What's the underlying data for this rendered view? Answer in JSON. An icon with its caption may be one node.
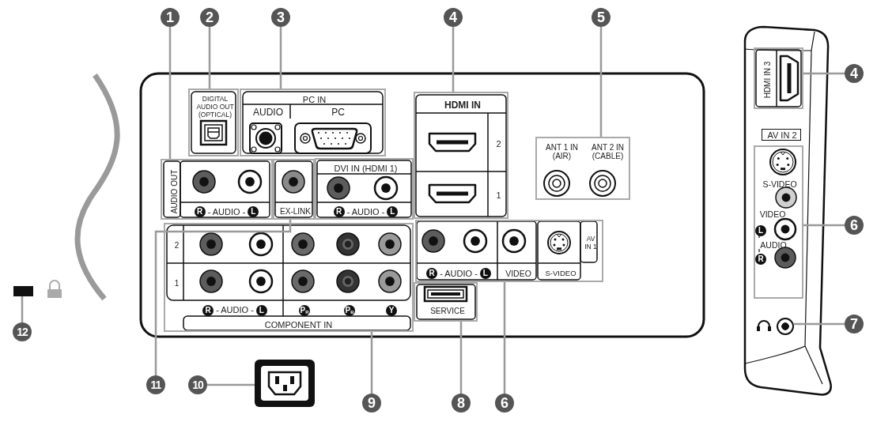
{
  "diagram": {
    "nodes": [
      {
        "text": [
          "1"
        ]
      },
      {
        "text": [
          "2"
        ]
      },
      {
        "text": [
          "3"
        ]
      },
      {
        "text": [
          "4"
        ]
      },
      {
        "text": [
          "5"
        ]
      },
      {
        "text": [
          "4"
        ]
      },
      {
        "text": [
          "6"
        ]
      },
      {
        "text": [
          "7"
        ]
      },
      {
        "text": [
          "12"
        ]
      },
      {
        "text": [
          "11"
        ]
      },
      {
        "text": [
          "10"
        ]
      },
      {
        "text": [
          "9"
        ]
      },
      {
        "text": [
          "8"
        ]
      },
      {
        "text": [
          "6"
        ]
      },
      {
        "text": [
          "DIGITAL AUDIO OUT (OPTICAL)"
        ]
      },
      {
        "text": [
          "PC IN",
          "AUDIO",
          "PC"
        ]
      },
      {
        "text": [
          "HDMI IN",
          "2",
          "1"
        ]
      },
      {
        "text": [
          "ANT 1 IN (AIR)",
          "ANT 2 IN (CABLE)"
        ]
      },
      {
        "text": [
          "AUDIO OUT",
          "R",
          "- AUDIO -",
          "L"
        ]
      },
      {
        "text": [
          "EX-LINK"
        ]
      },
      {
        "text": [
          "DVI IN (HDMI 1)",
          "R",
          "- AUDIO -",
          "L"
        ]
      },
      {
        "text": [
          "2",
          "1",
          "R",
          "- AUDIO -",
          "L",
          "P$_{R}$",
          "P$_{B}$",
          "Y",
          "COMPONENT IN"
        ]
      },
      {
        "text": [
          "R",
          "- AUDIO -",
          "L",
          "VIDEO",
          "S-VIDEO",
          "AV IN 1"
        ]
      },
      {
        "text": [
          "SERVICE"
        ]
      },
      {
        "text": [],
        "shape": "box"
      },
      {
        "text": [],
        "shape": "bar"
      },
      {
        "text": [
          "HDMI IN 3"
        ]
      },
      {
        "text": [
          "AV IN 2"
        ]
      },
      {
        "text": [
          "S-VIDEO",
          "VIDEO",
          "L",
          "AUDIO",
          "R"
        ]
      },
      {
        "text": [],
        "shape": "circle"
      }
    ],
    "edges": [
      {
        "from": 0,
        "to": 18,
        "arrow": "none"
      },
      {
        "from": 1,
        "to": 14,
        "arrow": "none"
      },
      {
        "from": 2,
        "to": 15,
        "arrow": "none"
      },
      {
        "from": 3,
        "to": 16,
        "arrow": "none"
      },
      {
        "from": 4,
        "to": 17,
        "arrow": "none"
      },
      {
        "from": 5,
        "to": 26,
        "arrow": "none"
      },
      {
        "from": 6,
        "to": 28,
        "arrow": "none"
      },
      {
        "from": 7,
        "to": 29,
        "arrow": "none"
      },
      {
        "from": 8,
        "to": 25,
        "arrow": "none"
      },
      {
        "from": 9,
        "to": 19,
        "arrow": "none"
      },
      {
        "from": 10,
        "to": 24,
        "arrow": "none"
      },
      {
        "from": 11,
        "to": 21,
        "arrow": "none"
      },
      {
        "from": 12,
        "to": 23,
        "arrow": "none"
      },
      {
        "from": 13,
        "to": 22,
        "arrow": "none"
      }
    ]
  }
}
